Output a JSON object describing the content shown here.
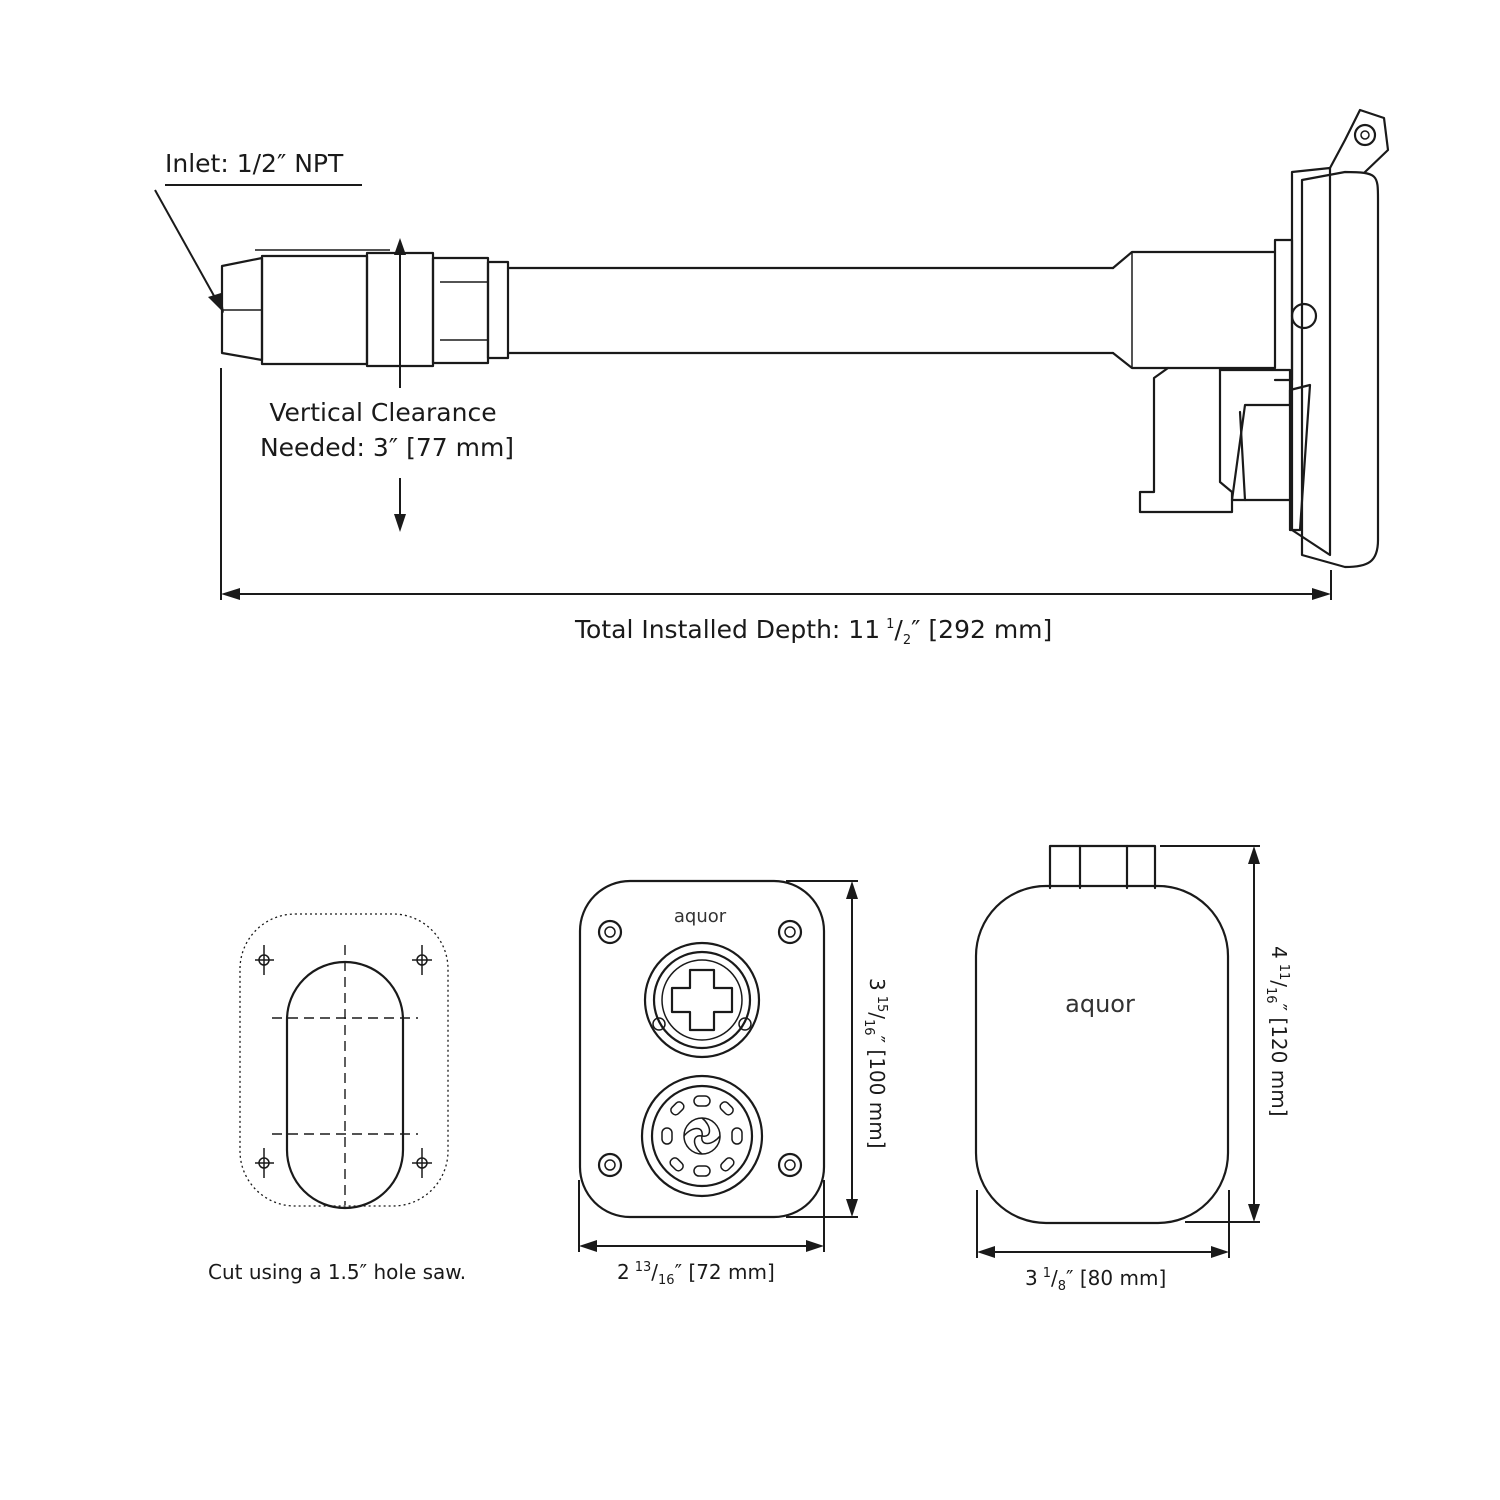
{
  "side_view": {
    "inlet_label": "Inlet: 1/2″ NPT",
    "clearance_line1": "Vertical Clearance",
    "clearance_line2": "Needed: 3″ [77 mm]",
    "depth_label": "Total Installed Depth: 11",
    "depth_num": "1",
    "depth_den": "2",
    "depth_tail": "″  [292 mm]"
  },
  "cutout_view": {
    "caption": "Cut using a 1.5″ hole saw."
  },
  "front_view": {
    "brand": "aquor",
    "width_whole": "2",
    "width_num": "13",
    "width_den": "16",
    "width_tail": "″  [72 mm]",
    "height_whole": "3",
    "height_num": "15",
    "height_den": "16",
    "height_tail": "″  [100 mm]"
  },
  "cover_view": {
    "brand": "aquor",
    "width_whole": "3",
    "width_num": "1",
    "width_den": "8",
    "width_tail": "″  [80 mm]",
    "height_whole": "4",
    "height_num": "11",
    "height_den": "16",
    "height_tail": "″  [120 mm]"
  },
  "icons": [
    "inlet-fitting-icon",
    "hose-connector-icon",
    "aquor-swirl-logo-icon",
    "mounting-screw-icon"
  ]
}
